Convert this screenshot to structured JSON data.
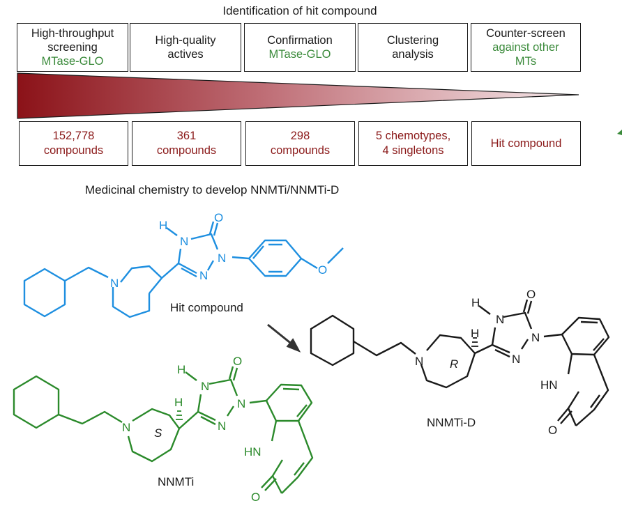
{
  "title": "Identification of hit compound",
  "stages": [
    {
      "line1": "High-throughput",
      "line2": "screening",
      "green": "MTase-GLO"
    },
    {
      "line1": "High-quality",
      "line2": "actives",
      "green": ""
    },
    {
      "line1": "Confirmation",
      "line2": "",
      "green": "MTase-GLO"
    },
    {
      "line1": "Clustering",
      "line2": "analysis",
      "green": ""
    },
    {
      "line1": "Counter-screen",
      "line2": "",
      "green": "against other MTs"
    }
  ],
  "counts": [
    {
      "line1": "152,778",
      "line2": "compounds"
    },
    {
      "line1": "361",
      "line2": "compounds"
    },
    {
      "line1": "298",
      "line2": "compounds"
    },
    {
      "line1": "5 chemotypes,",
      "line2": "4 singletons"
    },
    {
      "line1": "Hit compound",
      "line2": ""
    }
  ],
  "subtitle": "Medicinal chemistry to develop NNMTi/NNMTi-D",
  "molecules": {
    "hit": {
      "name": "Hit compound",
      "color": "#1e8fe0"
    },
    "nnmti_d": {
      "name": "NNMTi-D",
      "stereo": "R",
      "color": "#1a1a1a"
    },
    "nnmti": {
      "name": "NNMTi",
      "stereo": "S",
      "color": "#2b8a2b"
    }
  },
  "atoms": {
    "N": "N",
    "O": "O",
    "H": "H",
    "HN": "HN",
    "N_ring_label": "N"
  },
  "colors": {
    "funnel_dark": "#8b1218",
    "funnel_light": "#f4e6e8",
    "count_text": "#8b1a1a",
    "accent_green": "#3a8a3a"
  }
}
